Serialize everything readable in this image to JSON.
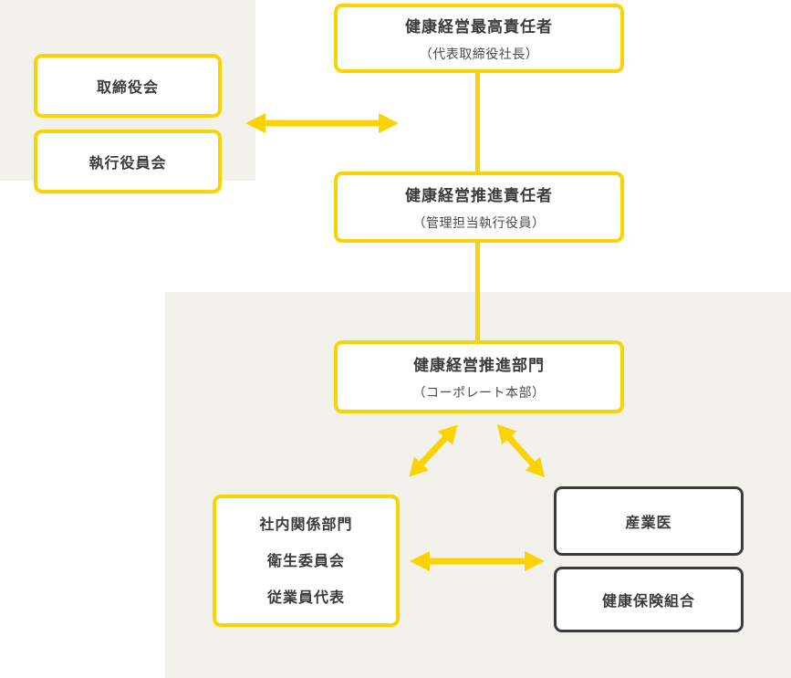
{
  "colors": {
    "accent_yellow": "#FBD303",
    "panel_beige": "#F3F1EB",
    "dark_border": "#3B3B3B",
    "text": "#3B3B3B",
    "box_background": "#FFFFFF"
  },
  "org_chart": {
    "ceo_box": {
      "title": "健康経営最高責任者",
      "subtitle": "（代表取締役社長）"
    },
    "board_box": {
      "label": "取締役会"
    },
    "executive_box": {
      "label": "執行役員会"
    },
    "officer_box": {
      "title": "健康経営推進責任者",
      "subtitle": "（管理担当執行役員）"
    },
    "dept_box": {
      "title": "健康経営推進部門",
      "subtitle": "（コーポレート本部）"
    },
    "internal_box": {
      "lines": [
        "社内関係部門",
        "衛生委員会",
        "従業員代表"
      ]
    },
    "doctor_box": {
      "label": "産業医"
    },
    "insurance_box": {
      "label": "健康保険組合"
    }
  }
}
